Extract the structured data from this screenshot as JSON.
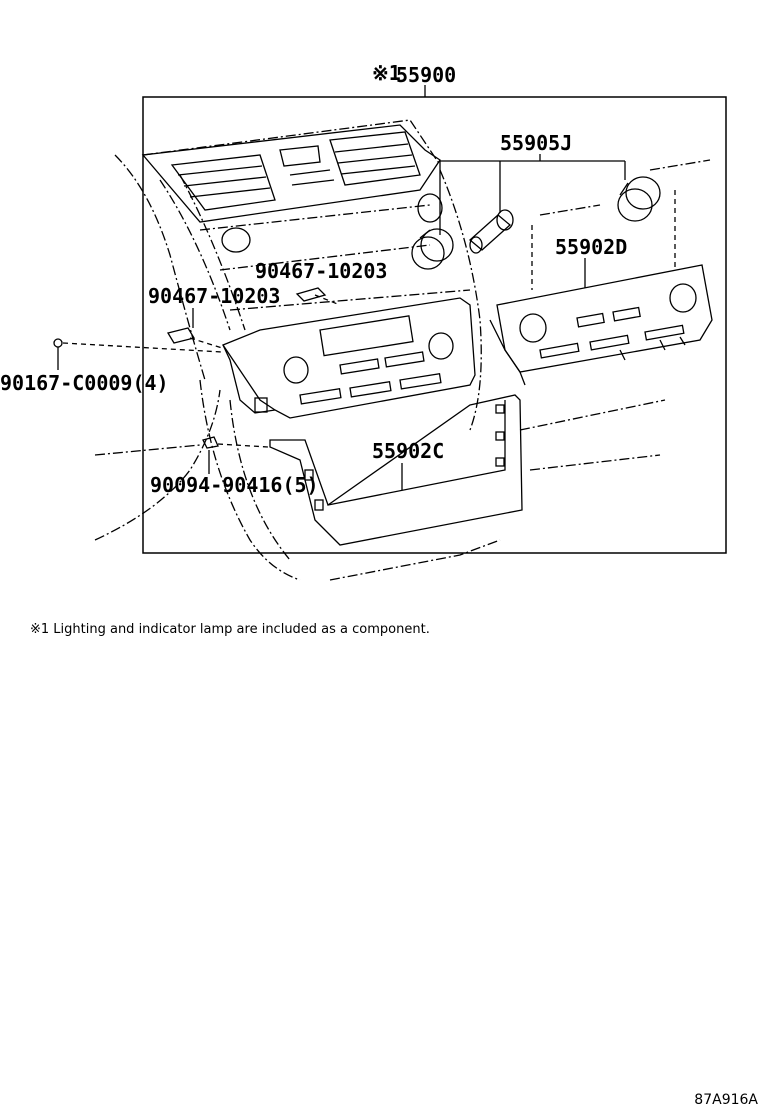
{
  "callouts": {
    "assembly": {
      "mark": "※1",
      "number": "55900"
    },
    "knob": "55905J",
    "panel_d": "55902D",
    "panel_c": "55902C",
    "clip_upper": "90467-10203",
    "clip_left": "90467-10203",
    "screw": "90167-C0009(4)",
    "clip_lower": "90094-90416(5)"
  },
  "footnote": "※1 Lighting and indicator lamp are included as a component.",
  "diagram_code": "87A916A"
}
